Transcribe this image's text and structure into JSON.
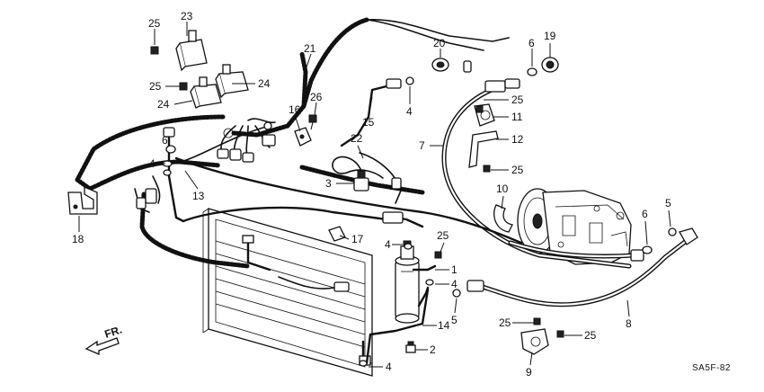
{
  "diagram": {
    "code": "SA5F-82",
    "direction_label": "FR.",
    "callouts": {
      "c1": "1",
      "c2": "2",
      "c3": "3",
      "c4a": "4",
      "c4b": "4",
      "c4c": "4",
      "c4d": "4",
      "c4e": "4",
      "c5a": "5",
      "c5b": "5",
      "c6a": "6",
      "c6b": "6",
      "c6c": "6",
      "c7": "7",
      "c8": "8",
      "c9": "9",
      "c10": "10",
      "c11": "11",
      "c12": "12",
      "c13": "13",
      "c14": "14",
      "c15": "15",
      "c16": "16",
      "c17": "17",
      "c18": "18",
      "c19": "19",
      "c20": "20",
      "c21": "21",
      "c22": "22",
      "c23": "23",
      "c24a": "24",
      "c24b": "24",
      "c25a": "25",
      "c25b": "25",
      "c25c": "25",
      "c25d": "25",
      "c25e": "25",
      "c25f": "25",
      "c25g": "25",
      "c26": "26"
    }
  }
}
